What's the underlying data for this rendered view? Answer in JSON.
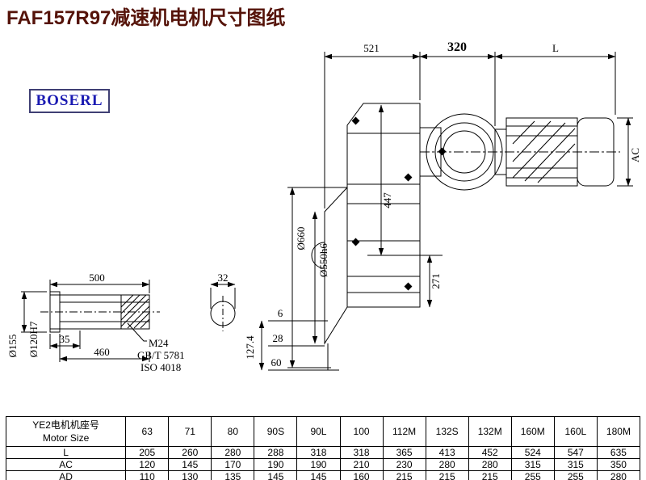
{
  "title": "FAF157R97减速机电机尺寸图纸",
  "logo": {
    "text": "BOSERL"
  },
  "colors": {
    "title": "#551309",
    "logo_text": "#1a1ab2",
    "logo_border": "#3f3f74",
    "drawing_line": "#000000"
  },
  "drawing": {
    "dims": {
      "top_521": "521",
      "top_320": "320",
      "top_L": "L",
      "right_AC": "AC",
      "body_447": "447",
      "body_271": "271",
      "flange_660": "Ø660",
      "flange_550": "Ø550h6",
      "shaft_500": "500",
      "shaft_35": "35",
      "shaft_460": "460",
      "shaft_155": "Ø155",
      "shaft_120": "Ø120H7",
      "thread_m24": "M24",
      "thread_gb": "GB/T 5781",
      "thread_iso": "ISO 4018",
      "key_32": "32",
      "foot_6": "6",
      "foot_28": "28",
      "foot_60": "60",
      "foot_127": "127.4"
    }
  },
  "table": {
    "row_header_line1": "YE2电机机座号",
    "row_header_line2": "Motor Size",
    "columns": [
      "63",
      "71",
      "80",
      "90S",
      "90L",
      "100",
      "112M",
      "132S",
      "132M",
      "160M",
      "160L",
      "180M"
    ],
    "rows": [
      {
        "label": "L",
        "values": [
          "205",
          "260",
          "280",
          "288",
          "318",
          "318",
          "365",
          "413",
          "452",
          "524",
          "547",
          "635"
        ]
      },
      {
        "label": "AC",
        "values": [
          "120",
          "145",
          "170",
          "190",
          "190",
          "210",
          "230",
          "280",
          "280",
          "315",
          "315",
          "350"
        ]
      },
      {
        "label": "AD",
        "values": [
          "110",
          "130",
          "135",
          "145",
          "145",
          "160",
          "215",
          "215",
          "215",
          "255",
          "255",
          "280"
        ]
      }
    ]
  }
}
